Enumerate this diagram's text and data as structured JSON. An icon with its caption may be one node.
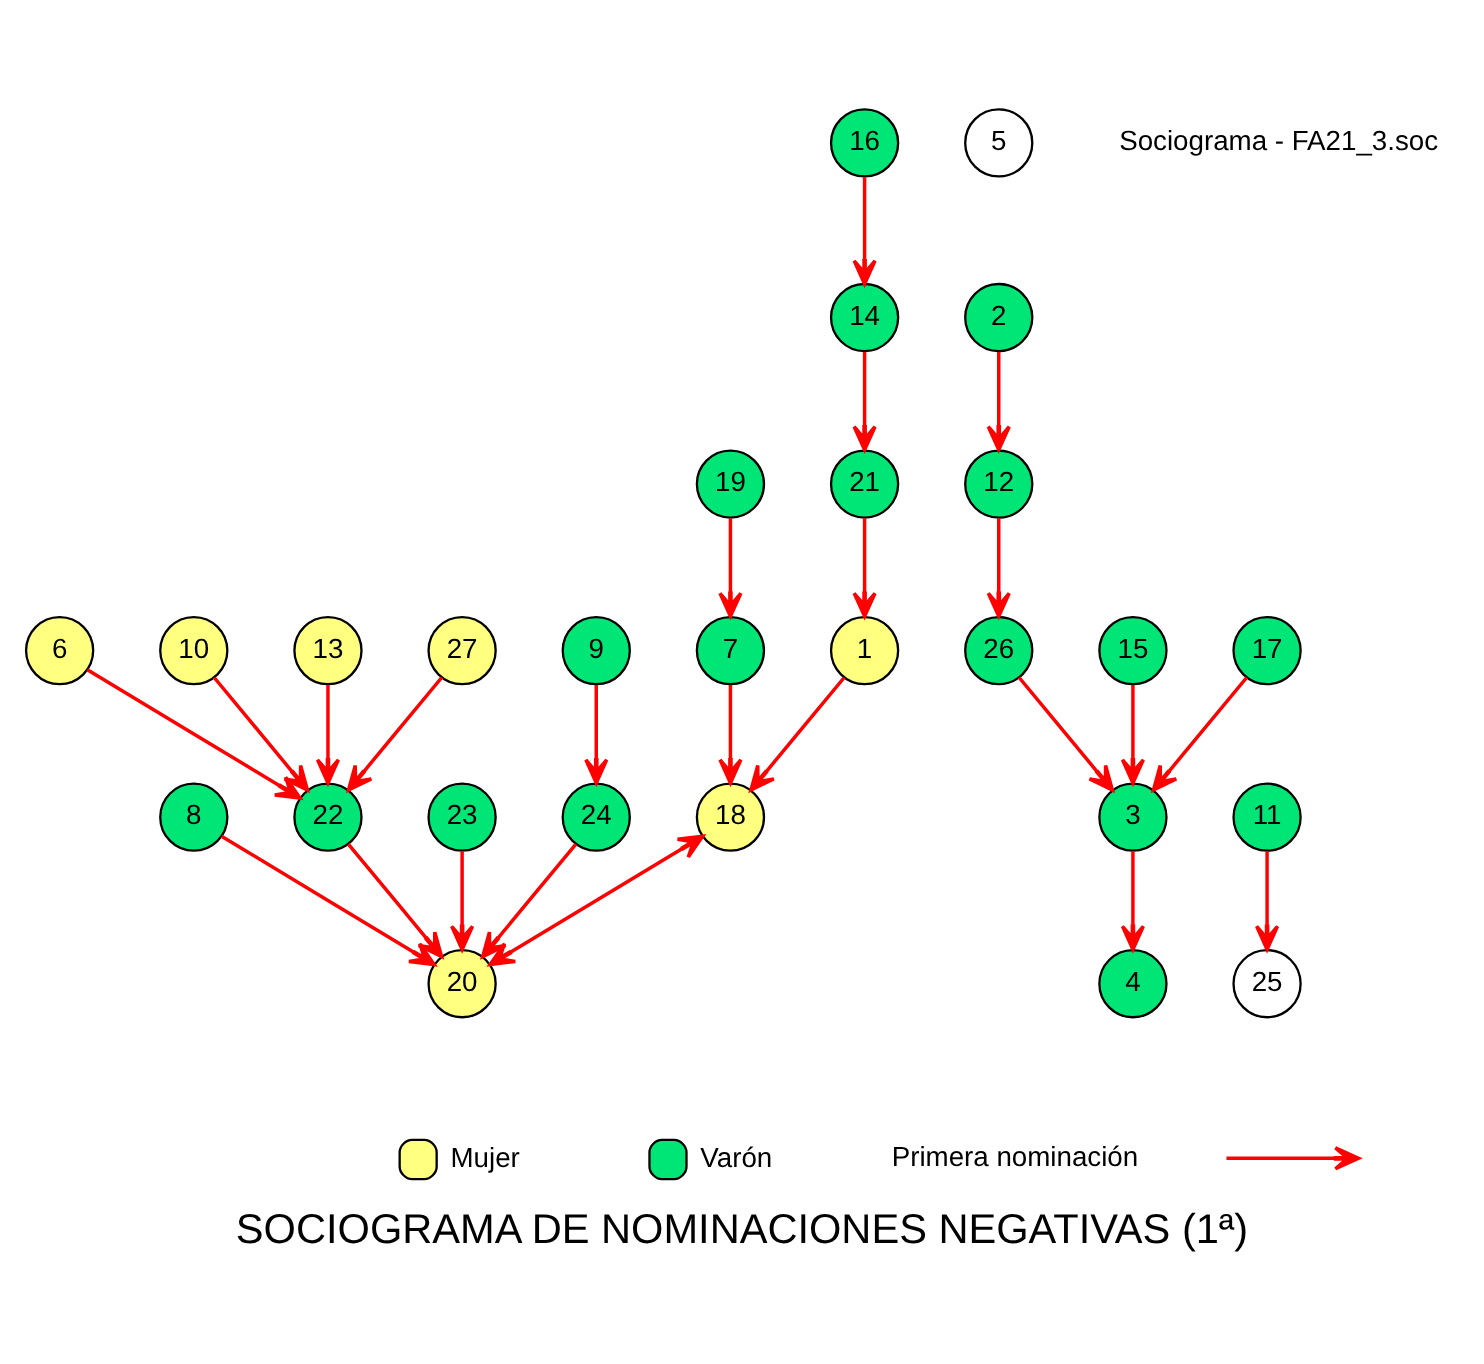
{
  "diagram": {
    "title": "SOCIOGRAMA DE NOMINACIONES NEGATIVAS (1ª)",
    "nodes": [
      {
        "text": [
          "1"
        ]
      },
      {
        "text": [
          "2"
        ]
      },
      {
        "text": [
          "3"
        ]
      },
      {
        "text": [
          "4"
        ]
      },
      {
        "text": [
          "5"
        ]
      },
      {
        "text": [
          "6"
        ]
      },
      {
        "text": [
          "7"
        ]
      },
      {
        "text": [
          "8"
        ]
      },
      {
        "text": [
          "9"
        ]
      },
      {
        "text": [
          "10"
        ]
      },
      {
        "text": [
          "11"
        ]
      },
      {
        "text": [
          "12"
        ]
      },
      {
        "text": [
          "13"
        ]
      },
      {
        "text": [
          "14"
        ]
      },
      {
        "text": [
          "15"
        ]
      },
      {
        "text": [
          "16"
        ]
      },
      {
        "text": [
          "17"
        ]
      },
      {
        "text": [
          "18"
        ]
      },
      {
        "text": [
          "19"
        ]
      },
      {
        "text": [
          "20"
        ]
      },
      {
        "text": [
          "21"
        ]
      },
      {
        "text": [
          "22"
        ]
      },
      {
        "text": [
          "23"
        ]
      },
      {
        "text": [
          "24"
        ]
      },
      {
        "text": [
          "25"
        ]
      },
      {
        "text": [
          "26"
        ]
      },
      {
        "text": [
          "27"
        ]
      }
    ],
    "edges": [
      {
        "from": 16,
        "to": 2,
        "arrow": "to"
      },
      {
        "from": 14,
        "to": 2,
        "arrow": "to"
      },
      {
        "from": 2,
        "to": 3,
        "arrow": "to"
      },
      {
        "from": 25,
        "to": 2,
        "arrow": "to"
      },
      {
        "from": 26,
        "to": 21,
        "arrow": "to"
      },
      {
        "from": 5,
        "to": 21,
        "arrow": "to"
      },
      {
        "from": 9,
        "to": 21,
        "arrow": "to"
      },
      {
        "from": 12,
        "to": 21,
        "arrow": "to"
      },
      {
        "from": 21,
        "to": 19,
        "arrow": "to"
      },
      {
        "from": 22,
        "to": 19,
        "arrow": "to"
      },
      {
        "from": 7,
        "to": 19,
        "arrow": "to"
      },
      {
        "from": 23,
        "to": 19,
        "arrow": "to"
      },
      {
        "from": 17,
        "to": 19,
        "arrow": "both"
      },
      {
        "from": 0,
        "to": 17,
        "arrow": "to"
      },
      {
        "from": 6,
        "to": 17,
        "arrow": "to"
      },
      {
        "from": 8,
        "to": 23,
        "arrow": "to"
      },
      {
        "from": 18,
        "to": 6,
        "arrow": "to"
      },
      {
        "from": 20,
        "to": 0,
        "arrow": "to"
      },
      {
        "from": 11,
        "to": 25,
        "arrow": "to"
      },
      {
        "from": 13,
        "to": 20,
        "arrow": "to"
      },
      {
        "from": 15,
        "to": 13,
        "arrow": "to"
      },
      {
        "from": 10,
        "to": 24,
        "arrow": "to"
      },
      {
        "from": 1,
        "to": 11,
        "arrow": "to"
      }
    ],
    "labels": [
      "Sociograma - FA21_3.soc"
    ],
    "legend": [
      {
        "text": "Mujer",
        "color": "#ffff80"
      },
      {
        "text": "Varón",
        "color": "#00e676"
      },
      {
        "text": "Primera nominación"
      }
    ]
  }
}
